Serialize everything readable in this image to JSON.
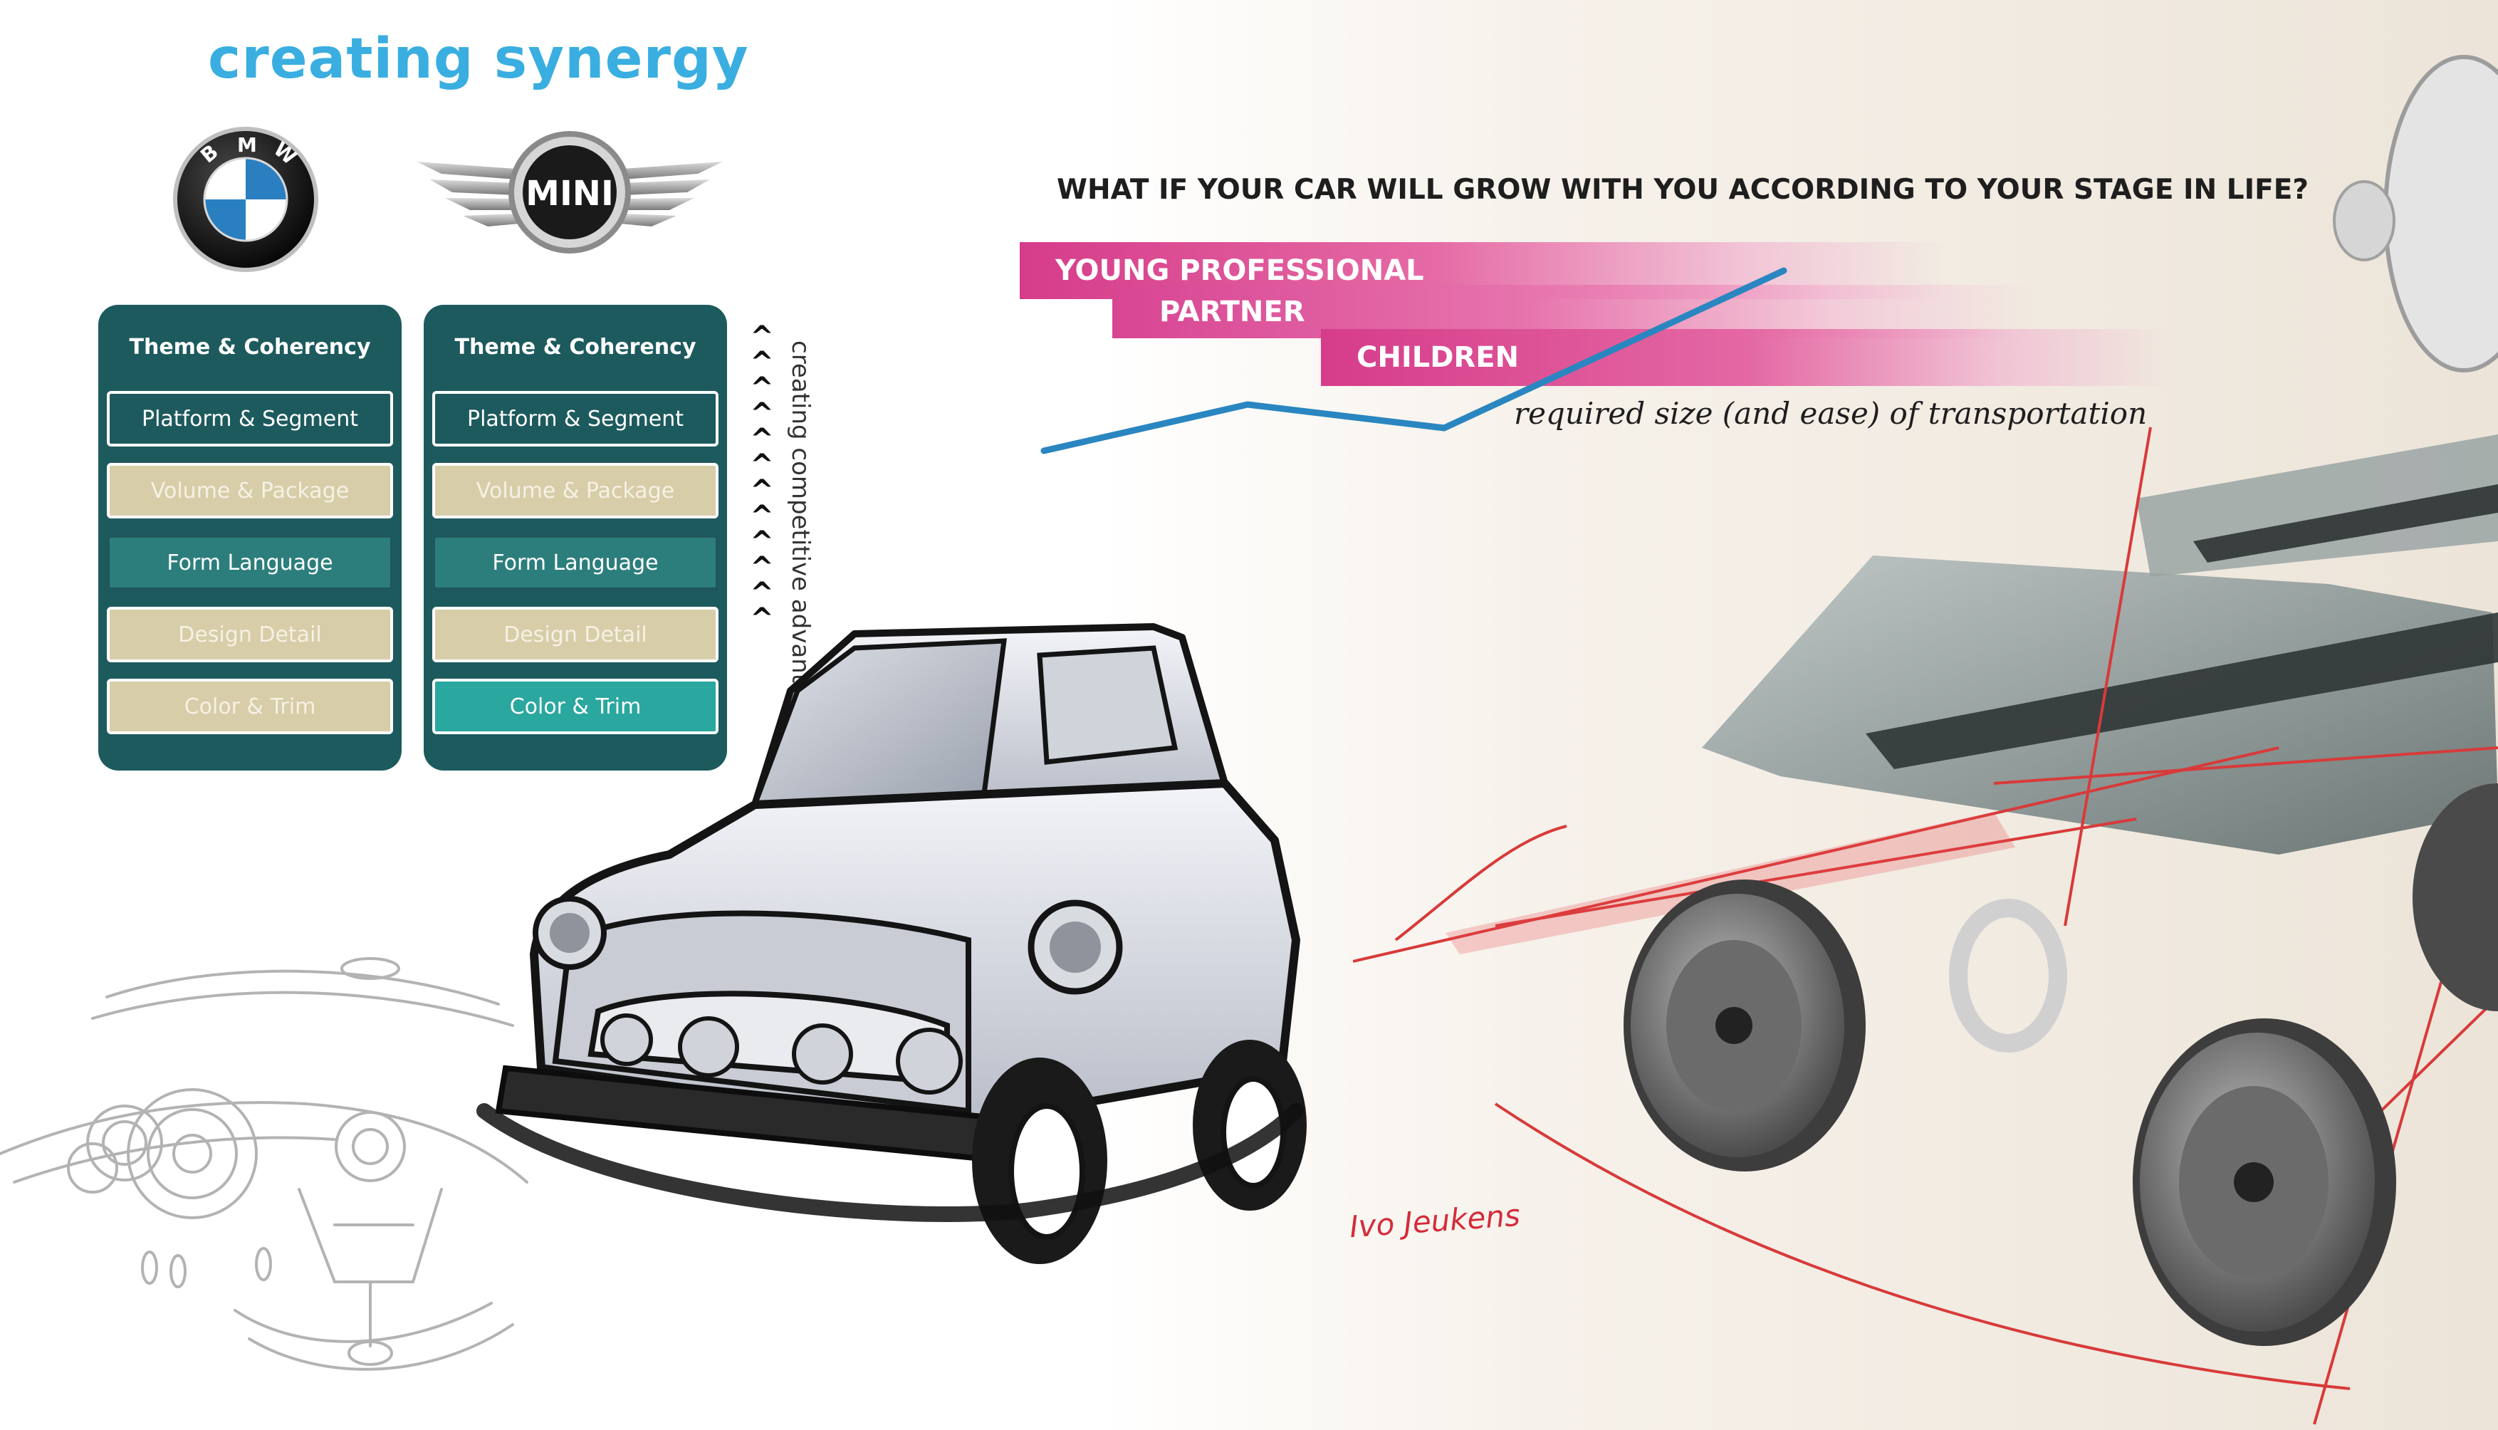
{
  "title": "creating synergy",
  "logos": {
    "bmw": {
      "letters": "BMW",
      "colors": {
        "ring": "#111111",
        "blue": "#2a7fc0",
        "white": "#ffffff"
      }
    },
    "mini": {
      "letters": "MINI",
      "colors": {
        "wing": "#9a9a9a",
        "badge": "#1a1a1a"
      }
    }
  },
  "panels": [
    {
      "brand": "BMW",
      "header": "Theme & Coherency",
      "items": [
        {
          "label": "Platform & Segment",
          "style": "outline"
        },
        {
          "label": "Volume & Package",
          "style": "beige"
        },
        {
          "label": "Form Language",
          "style": "teal"
        },
        {
          "label": "Design Detail",
          "style": "beige"
        },
        {
          "label": "Color & Trim",
          "style": "beige"
        }
      ]
    },
    {
      "brand": "MINI",
      "header": "Theme & Coherency",
      "items": [
        {
          "label": "Platform & Segment",
          "style": "outline"
        },
        {
          "label": "Volume & Package",
          "style": "beige"
        },
        {
          "label": "Form Language",
          "style": "teal"
        },
        {
          "label": "Design Detail",
          "style": "beige"
        },
        {
          "label": "Color & Trim",
          "style": "bright"
        }
      ]
    }
  ],
  "advantage_label": "creating competitive advantage",
  "chevron_count": 12,
  "question": "WHAT IF YOUR CAR WILL GROW WITH YOU ACCORDING TO YOUR STAGE IN LIFE?",
  "stages": [
    "YOUNG PROFESSIONAL",
    "PARTNER",
    "CHILDREN"
  ],
  "trend_caption": "required size (and ease) of transportation",
  "signature": "Ivo Jeukens",
  "colors": {
    "title": "#3aaee0",
    "panel": "#1d5a5e",
    "beige": "#d7cda8",
    "teal": "#2c7e7c",
    "bright_teal": "#2aa79e",
    "stage_pink": "#d63c8a",
    "trend_line": "#2a86c0",
    "signature": "#d42c3a"
  }
}
